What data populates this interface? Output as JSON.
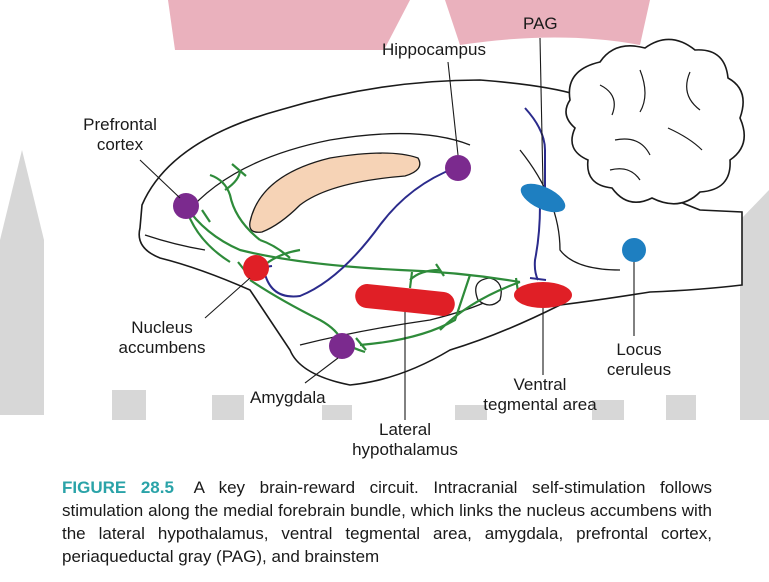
{
  "colors": {
    "watermark": "#e8a9b6",
    "watermark_gray": "#c9c9c9",
    "brain_outline": "#1a1a1a",
    "ventricle": "#f6d3b6",
    "pathway_green": "#2e8b3a",
    "pathway_blue": "#2b2b8c",
    "purple_node": "#7b2a8e",
    "red_node": "#e01f26",
    "blue_node": "#1e7fc1",
    "caption_accent": "#2aa3a8"
  },
  "labels": {
    "pag": "PAG",
    "hippocampus": "Hippocampus",
    "prefrontal_1": "Prefrontal",
    "prefrontal_2": "cortex",
    "nucleus_1": "Nucleus",
    "nucleus_2": "accumbens",
    "amygdala": "Amygdala",
    "lateral_1": "Lateral",
    "lateral_2": "hypothalamus",
    "ventral_1": "Ventral",
    "ventral_2": "tegmental area",
    "locus_1": "Locus",
    "locus_2": "ceruleus"
  },
  "caption": {
    "figure_label": "FIGURE 28.5",
    "text": "A key brain-reward circuit. Intracranial self-stimulation follows stimulation along the medial forebrain bundle, which links the nu­cleus accumbens with the lateral hypothalamus, ventral tegmental area, amygdala, prefrontal cortex, periaqueductal gray (PAG), and brainstem"
  }
}
